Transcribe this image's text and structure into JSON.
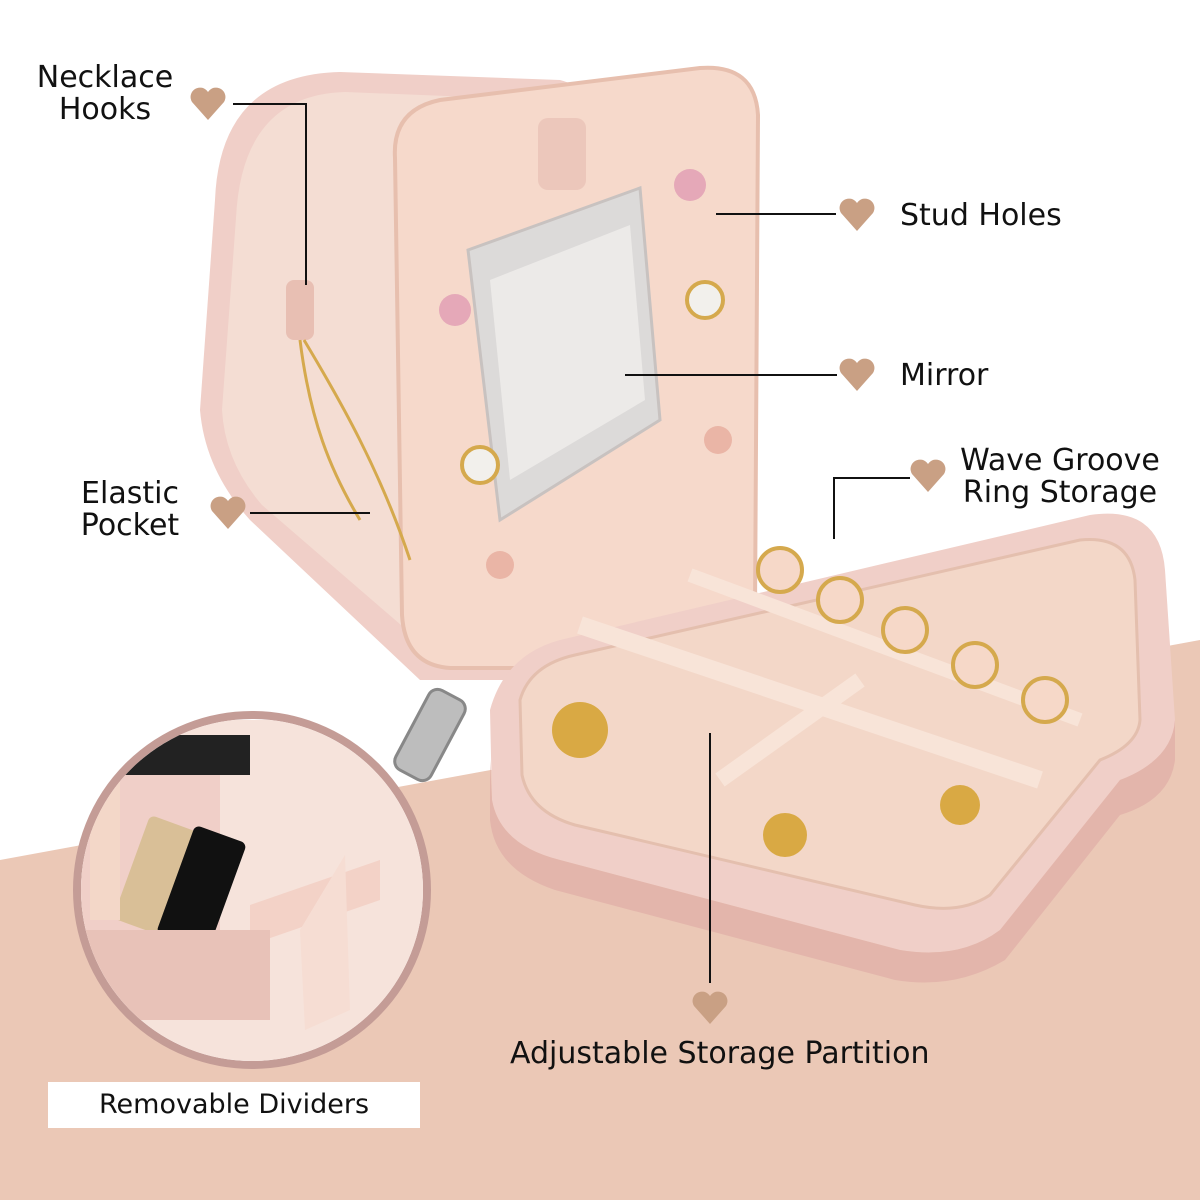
{
  "colors": {
    "background": "#ffffff",
    "band": "#ebc8b6",
    "box_pink": "#f0cfc8",
    "box_dark": "#e3b5ab",
    "lining": "#f3d7c8",
    "heart": "#c9a084",
    "text": "#111111"
  },
  "labels": {
    "necklace_hooks": [
      "Necklace",
      "Hooks"
    ],
    "stud_holes": "Stud Holes",
    "mirror": "Mirror",
    "elastic_pocket": [
      "Elastic",
      "Pocket"
    ],
    "ring_storage": [
      "Wave Groove",
      "Ring Storage"
    ],
    "partition": "Adjustable Storage Partition",
    "dividers": "Removable Dividers"
  },
  "icons": [
    "heart-icon"
  ]
}
